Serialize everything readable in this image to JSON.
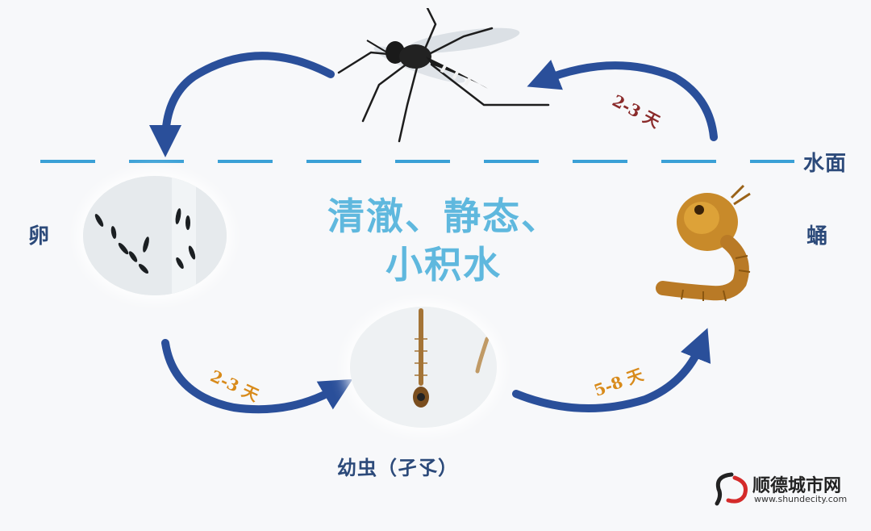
{
  "diagram": {
    "water_surface_label": "水面",
    "center_text_line1": "清澈、静态、",
    "center_text_line2": "小积水",
    "stages": {
      "egg": "卵",
      "pupa": "蛹",
      "larva": "幼虫（孑孓）"
    },
    "durations": {
      "pupa_to_adult": "2-3 天",
      "egg_to_larva": "2-3 天",
      "larva_to_pupa": "5-8 天"
    },
    "colors": {
      "arrow": "#2a4f9a",
      "dash": "#3aa0d6",
      "center_text": "#5fb8de",
      "stage_label": "#2c4a7a",
      "duration_dark": "#8a2a2a",
      "duration_orange": "#d88a1a"
    }
  },
  "watermark": {
    "name": "顺德城市网",
    "url": "www.shundecity.com"
  }
}
